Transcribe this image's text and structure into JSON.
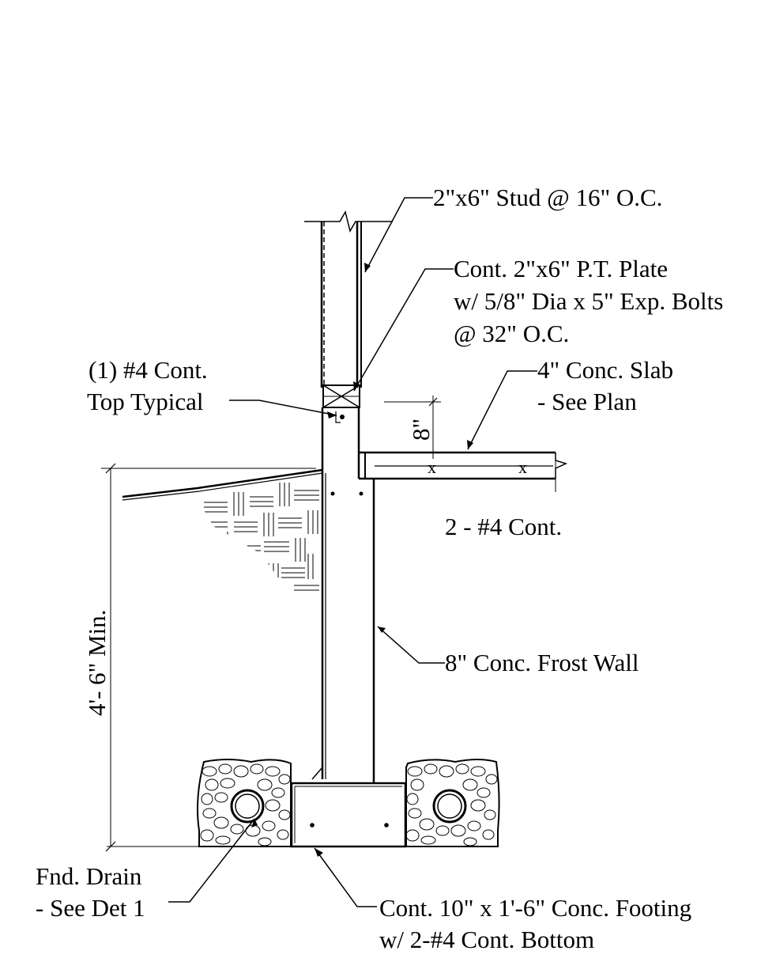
{
  "labels": {
    "stud": "2\"x6\" Stud @ 16\" O.C.",
    "plate_1": "Cont. 2\"x6\" P.T. Plate",
    "plate_2": "w/ 5/8\" Dia x 5\" Exp. Bolts",
    "plate_3": "@ 32\" O.C.",
    "top_rebar_1": "(1) #4 Cont.",
    "top_rebar_2": "Top Typical",
    "slab_1": "4\" Conc. Slab",
    "slab_2": "- See Plan",
    "slab_dim": "8\"",
    "slab_rebar": "2 - #4 Cont.",
    "frost_wall": "8\" Conc. Frost Wall",
    "depth_dim": "4'- 6\" Min.",
    "drain_1": "Fnd. Drain",
    "drain_2": "- See Det 1",
    "footing_1": "Cont. 10\" x 1'-6\" Conc. Footing",
    "footing_2": "w/ 2-#4 Cont. Bottom",
    "slab_rebar_mark_1": "x",
    "slab_rebar_mark_2": "x"
  }
}
